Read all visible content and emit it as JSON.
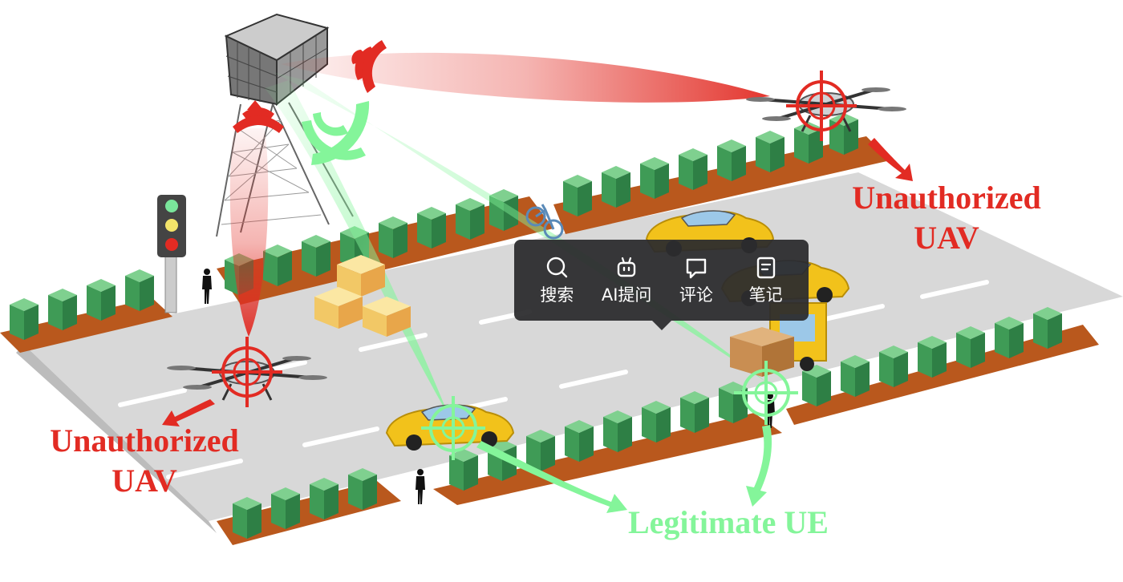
{
  "labels": {
    "uav_right": [
      "Unauthorized",
      "UAV"
    ],
    "uav_left": [
      "Unauthorized",
      "UAV"
    ],
    "legitimate": "Legitimate UE"
  },
  "menu": {
    "items": [
      {
        "icon": "search-icon",
        "label": "搜索"
      },
      {
        "icon": "ai-robot-icon",
        "label": "AI提问"
      },
      {
        "icon": "comment-icon",
        "label": "评论"
      },
      {
        "icon": "note-icon",
        "label": "笔记"
      }
    ]
  },
  "colors": {
    "jamming_red": "#e22b23",
    "legit_green": "#84f59a",
    "hedge_top": "#3f9b56",
    "soil": "#b9581d",
    "road": "#d8d8d8",
    "popup_bg": "#2c2c2e"
  }
}
